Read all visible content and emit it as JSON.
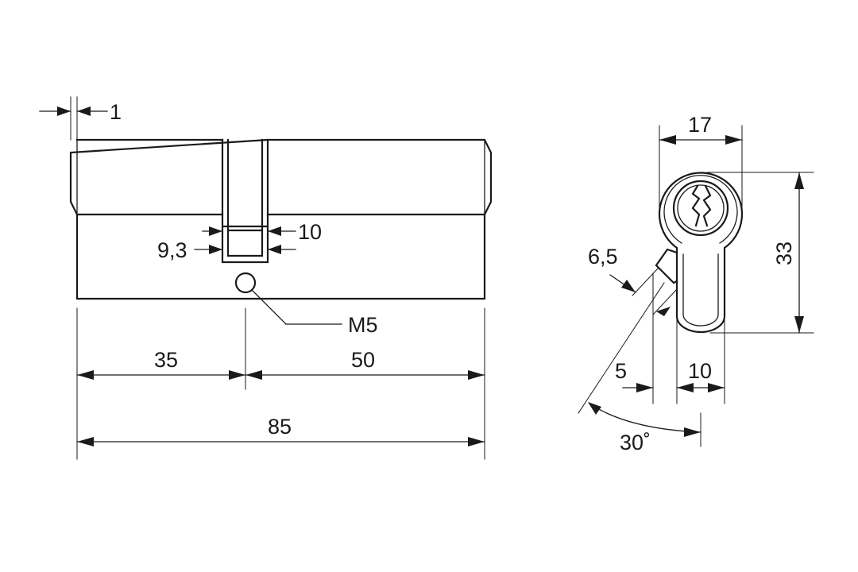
{
  "labels": {
    "lip": "1",
    "cam_slot_right": "10",
    "cam_slot_left": "9,3",
    "screw_thread": "M5",
    "length_a": "35",
    "length_b": "50",
    "length_total": "85",
    "profile_width": "17",
    "profile_height": "33",
    "cam_thickness": "6,5",
    "cam_offset": "5",
    "lower_width": "10",
    "cam_angle": "30˚"
  },
  "colors": {
    "line": "#1a1a1a",
    "background": "#ffffff"
  }
}
